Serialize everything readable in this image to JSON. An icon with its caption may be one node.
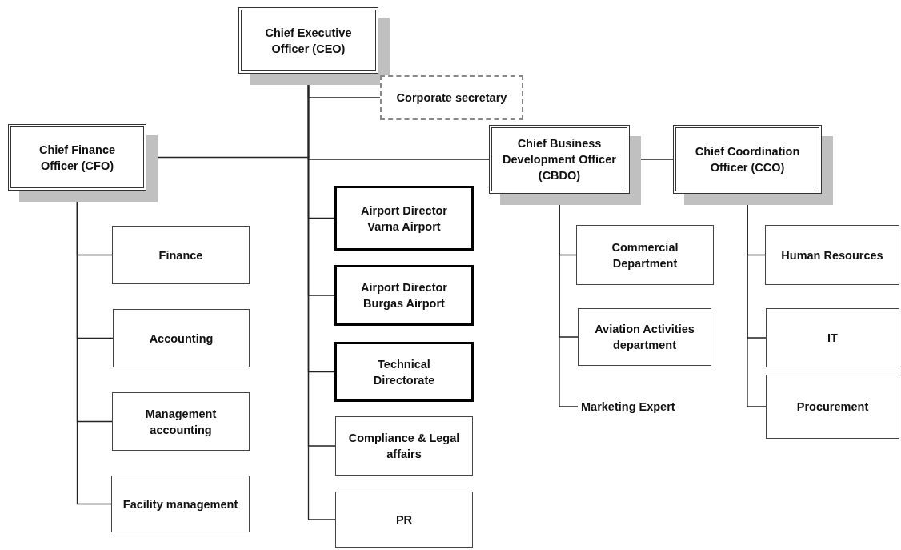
{
  "diagram": {
    "nodes": [
      {
        "text": [
          "Chief Executive Officer (CEO)"
        ]
      },
      {
        "text": [
          "Corporate secretary"
        ]
      },
      {
        "text": [
          "Chief Finance Officer (CFO)"
        ]
      },
      {
        "text": [
          "Chief Business Development Officer (CBDO)"
        ]
      },
      {
        "text": [
          "Chief Coordination Officer (CCO)"
        ]
      },
      {
        "text": [
          "Finance"
        ]
      },
      {
        "text": [
          "Accounting"
        ]
      },
      {
        "text": [
          "Management accounting"
        ]
      },
      {
        "text": [
          "Facility management"
        ]
      },
      {
        "text": [
          "Airport Director Varna Airport"
        ]
      },
      {
        "text": [
          "Airport Director Burgas Airport"
        ]
      },
      {
        "text": [
          "Technical Directorate"
        ]
      },
      {
        "text": [
          "Compliance & Legal affairs"
        ]
      },
      {
        "text": [
          "PR"
        ]
      },
      {
        "text": [
          "Commercial Department"
        ]
      },
      {
        "text": [
          "Aviation Activities department"
        ]
      },
      {
        "text": [
          "Marketing Expert"
        ]
      },
      {
        "text": [
          "Human Resources"
        ]
      },
      {
        "text": [
          "IT"
        ]
      },
      {
        "text": [
          "Procurement"
        ]
      }
    ],
    "edges": [
      {
        "from": 0,
        "to": 1,
        "arrow": "none"
      },
      {
        "from": 0,
        "to": 2,
        "arrow": "none"
      },
      {
        "from": 0,
        "to": 3,
        "arrow": "none"
      },
      {
        "from": 3,
        "to": 4,
        "arrow": "none"
      },
      {
        "from": 2,
        "to": 5,
        "arrow": "none"
      },
      {
        "from": 2,
        "to": 6,
        "arrow": "none"
      },
      {
        "from": 2,
        "to": 7,
        "arrow": "none"
      },
      {
        "from": 2,
        "to": 8,
        "arrow": "none"
      },
      {
        "from": 0,
        "to": 9,
        "arrow": "none"
      },
      {
        "from": 0,
        "to": 10,
        "arrow": "none"
      },
      {
        "from": 0,
        "to": 11,
        "arrow": "none"
      },
      {
        "from": 0,
        "to": 12,
        "arrow": "none"
      },
      {
        "from": 0,
        "to": 13,
        "arrow": "none"
      },
      {
        "from": 3,
        "to": 14,
        "arrow": "none"
      },
      {
        "from": 3,
        "to": 15,
        "arrow": "none"
      },
      {
        "from": 3,
        "to": 16,
        "arrow": "none"
      },
      {
        "from": 4,
        "to": 17,
        "arrow": "none"
      },
      {
        "from": 4,
        "to": 18,
        "arrow": "none"
      },
      {
        "from": 4,
        "to": 19,
        "arrow": "none"
      }
    ]
  }
}
